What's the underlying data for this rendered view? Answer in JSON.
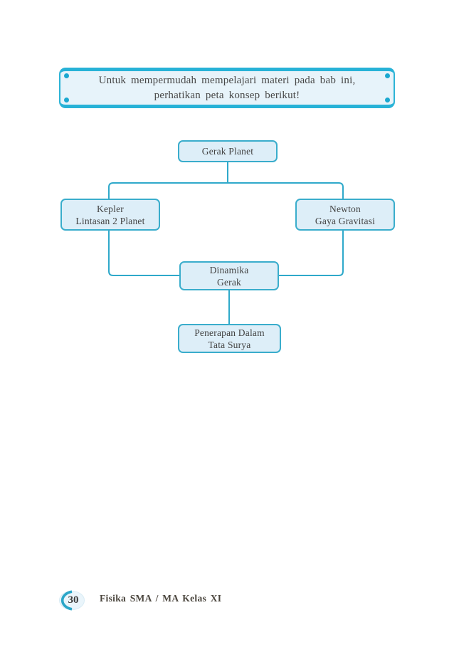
{
  "colors": {
    "accent_cyan": "#2fa9ca",
    "header_border": "#27b2d7",
    "header_fill": "#e7f3fa",
    "node_fill": "#ddeef8",
    "node_border": "#3aadcc",
    "text": "#474747"
  },
  "header_note": {
    "line1": "Untuk mempermudah mempelajari materi pada bab ini,",
    "line2": "perhatikan peta konsep berikut!"
  },
  "concept_map": {
    "nodes": [
      {
        "id": "gerak-planet",
        "line1": "Gerak Planet",
        "line2": ""
      },
      {
        "id": "kepler",
        "line1": "Kepler",
        "line2": "Lintasan 2 Planet"
      },
      {
        "id": "newton",
        "line1": "Newton",
        "line2": "Gaya Gravitasi"
      },
      {
        "id": "dinamika",
        "line1": "Dinamika",
        "line2": "Gerak"
      },
      {
        "id": "penerapan",
        "line1": "Penerapan Dalam",
        "line2": "Tata Surya"
      }
    ]
  },
  "footer": {
    "page_number": "30",
    "book_title": "Fisika SMA / MA Kelas XI"
  }
}
